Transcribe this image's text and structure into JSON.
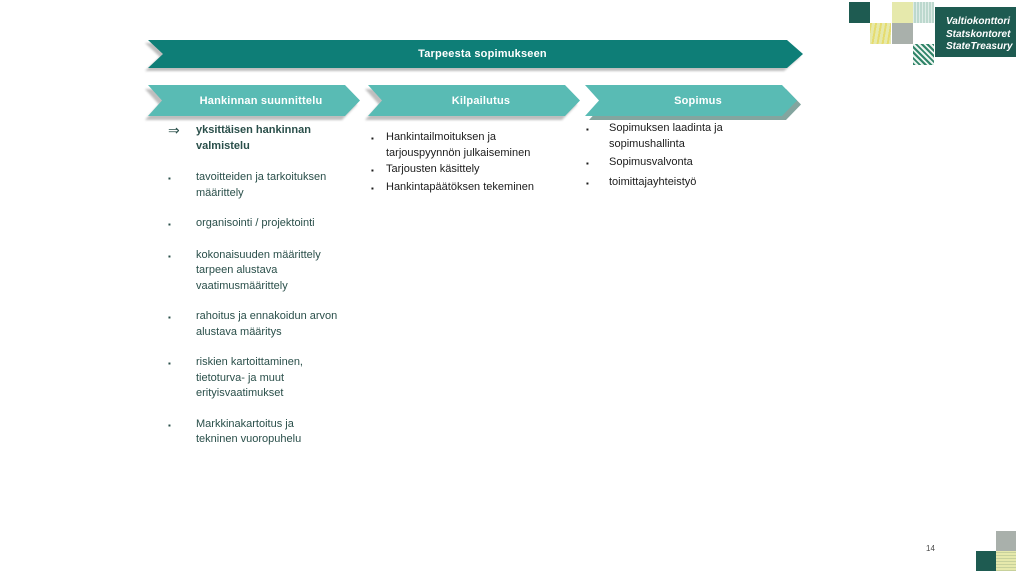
{
  "colors": {
    "banner_teal": "#0E7E77",
    "stage_teal": "#59BBB4",
    "brand_green": "#1E5B51",
    "pale_yellow": "#E6E9AC",
    "sage_gray": "#A9B0AB",
    "mist_green": "#BCD8CE",
    "stripe_green": "#2F8468",
    "left_text": "#2A4F4A",
    "body_text": "#1C1C1C"
  },
  "logo": {
    "text": "Valtiokonttori\nStatskontoret\nStateTreasury"
  },
  "banner": {
    "label": "Tarpeesta sopimukseen"
  },
  "stages": [
    {
      "label": "Hankinnan suunnittelu"
    },
    {
      "label": "Kilpailutus"
    },
    {
      "label": "Sopimus"
    }
  ],
  "markers": {
    "lead_arrow": "⇒",
    "bullet": "▪"
  },
  "columns": [
    {
      "stage": "Hankinnan suunnittelu",
      "items": [
        {
          "text": "yksittäisen hankinnan\nvalmistelu",
          "emphasis": true
        },
        {
          "text": "tavoitteiden ja tarkoituksen\nmäärittely"
        },
        {
          "text": "organisointi / projektointi"
        },
        {
          "text": "kokonaisuuden määrittely\ntarpeen alustava\nvaatimusmäärittely"
        },
        {
          "text": "rahoitus ja ennakoidun arvon\nalustava määritys"
        },
        {
          "text": "riskien kartoittaminen,\ntietoturva- ja muut\nerityisvaatimukset"
        },
        {
          "text": "Markkinakartoitus ja\ntekninen vuoropuhelu"
        }
      ]
    },
    {
      "stage": "Kilpailutus",
      "items": [
        {
          "text": "Hankintailmoituksen ja\ntarjouspyynnön julkaiseminen"
        },
        {
          "text": "Tarjousten käsittely"
        },
        {
          "text": "Hankintapäätöksen tekeminen"
        }
      ]
    },
    {
      "stage": "Sopimus",
      "items": [
        {
          "text": "Sopimuksen laadinta ja\nsopimushallinta"
        },
        {
          "text": "Sopimusvalvonta"
        },
        {
          "text": "toimittajayhteistyö"
        }
      ]
    }
  ],
  "footer": {
    "page_number": "14"
  }
}
